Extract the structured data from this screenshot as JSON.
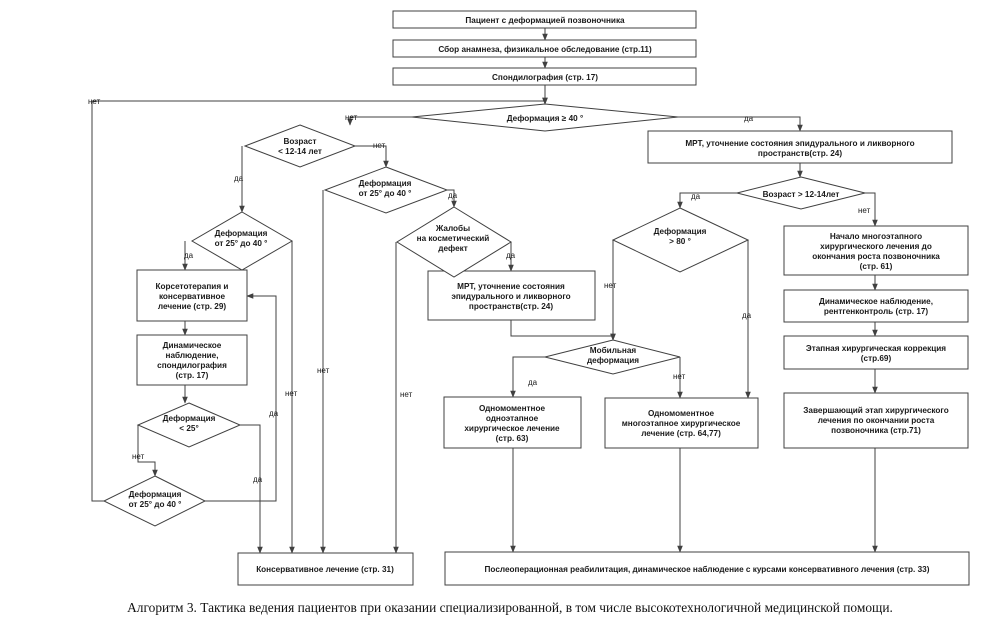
{
  "nodes": {
    "n1": [
      "Пациент с деформацией позвоночника"
    ],
    "n2": [
      "Сбор анамнеза, физикальное обследование (стр.11)"
    ],
    "n3": [
      "Спондилография (стр. 17)"
    ],
    "n4": [
      "Деформация  ≥ 40 °"
    ],
    "n5": [
      "Возраст",
      "< 12-14 лет"
    ],
    "n6": [
      "Деформация",
      "от 25°  до 40 °"
    ],
    "n7": [
      "Деформация",
      "от 25°  до 40 °"
    ],
    "n8": [
      "Жалобы",
      "на косметический",
      "дефект"
    ],
    "n9": [
      "МРТ, уточнение состояния эпидурального и ликворного",
      "пространств(стр. 24)"
    ],
    "n10": [
      "Возраст  > 12-14лет"
    ],
    "n11": [
      "Деформация",
      "> 80 °"
    ],
    "n12": [
      "Корсетотерапия и",
      "консервативное",
      "лечение (стр. 29)"
    ],
    "n13": [
      "Динамическое",
      "наблюдение,",
      "спондилография",
      "(стр. 17)"
    ],
    "n14": [
      "Деформация",
      "< 25°"
    ],
    "n15": [
      "Деформация",
      "от 25°  до 40 °"
    ],
    "n16": [
      "МРТ, уточнение состояния",
      "эпидурального и ликворного",
      "пространств(стр. 24)"
    ],
    "n17": [
      "Мобильная",
      "деформация"
    ],
    "n18": [
      "Одномоментное",
      "одноэтапное",
      "хирургическое лечение",
      "(стр. 63)"
    ],
    "n19": [
      "Одномоментное",
      "многоэтапное хирургическое",
      "лечение (стр. 64,77)"
    ],
    "n20": [
      "Начало многоэтапного",
      "хирургического лечения до",
      "окончания роста позвоночника",
      "(стр. 61)"
    ],
    "n21": [
      "Динамическое наблюдение,",
      "рентгенконтроль (стр. 17)"
    ],
    "n22": [
      "Этапная хирургическая коррекция",
      "(стр.69)"
    ],
    "n23": [
      "Завершающий этап хирургического",
      "лечения по окончании роста",
      "позвоночника (стр.71)"
    ],
    "n24": [
      "Консервативное лечение (стр. 31)"
    ],
    "n25": [
      "Послеоперационная реабилитация, динамическое наблюдение с курсами консервативного лечения (стр. 33)"
    ]
  },
  "edge_labels": {
    "l_net_far_left": "нет",
    "l_d4_net": "нет",
    "l_d4_da": "да",
    "l_d5_net": "нет",
    "l_d5_da": "да",
    "l_d6_da": "да",
    "l_d6_net": "нет",
    "l_d7_net": "нет",
    "l_d7_da": "да",
    "l_d8_da": "да",
    "l_d8_net": "нет",
    "l_d10_da": "да",
    "l_d10_net": "нет",
    "l_d11_net": "нет",
    "l_d11_da": "да",
    "l_d14_net": "нет",
    "l_d14_da": "да",
    "l_d15_da": "да",
    "l_d17_da": "да",
    "l_d17_net": "нет"
  },
  "caption": "Алгоритм 3.  Тактика ведения пациентов при оказании специализированной, в том числе высокотехнологичной медицинской помощи."
}
